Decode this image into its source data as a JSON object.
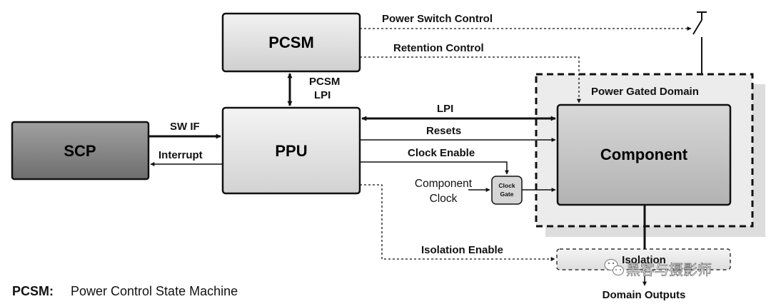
{
  "blocks": {
    "pcsm": "PCSM",
    "ppu": "PPU",
    "scp": "SCP",
    "component": "Component",
    "clock_gate_line1": "Clock",
    "clock_gate_line2": "Gate",
    "isolation": "Isolation"
  },
  "domain_label": "Power Gated Domain",
  "signals": {
    "power_switch_control": "Power Switch Control",
    "retention_control": "Retention Control",
    "pcsm_lpi_line1": "PCSM",
    "pcsm_lpi_line2": "LPI",
    "sw_if": "SW IF",
    "interrupt": "Interrupt",
    "lpi": "LPI",
    "resets": "Resets",
    "clock_enable": "Clock Enable",
    "component_clock_line1": "Component",
    "component_clock_line2": "Clock",
    "isolation_enable": "Isolation Enable",
    "domain_outputs": "Domain Outputs"
  },
  "legend": {
    "key": "PCSM:",
    "value": "Power Control State Machine"
  },
  "watermark": "黑客与摄影师",
  "colors": {
    "pcsm_fill": "#dcdcdc",
    "ppu_fill": "#e0e0e0",
    "scp_fill": "#7d7d7d",
    "component_fill": "#c4c4c4",
    "domain_fill": "#eaeaea",
    "line": "#111111"
  }
}
